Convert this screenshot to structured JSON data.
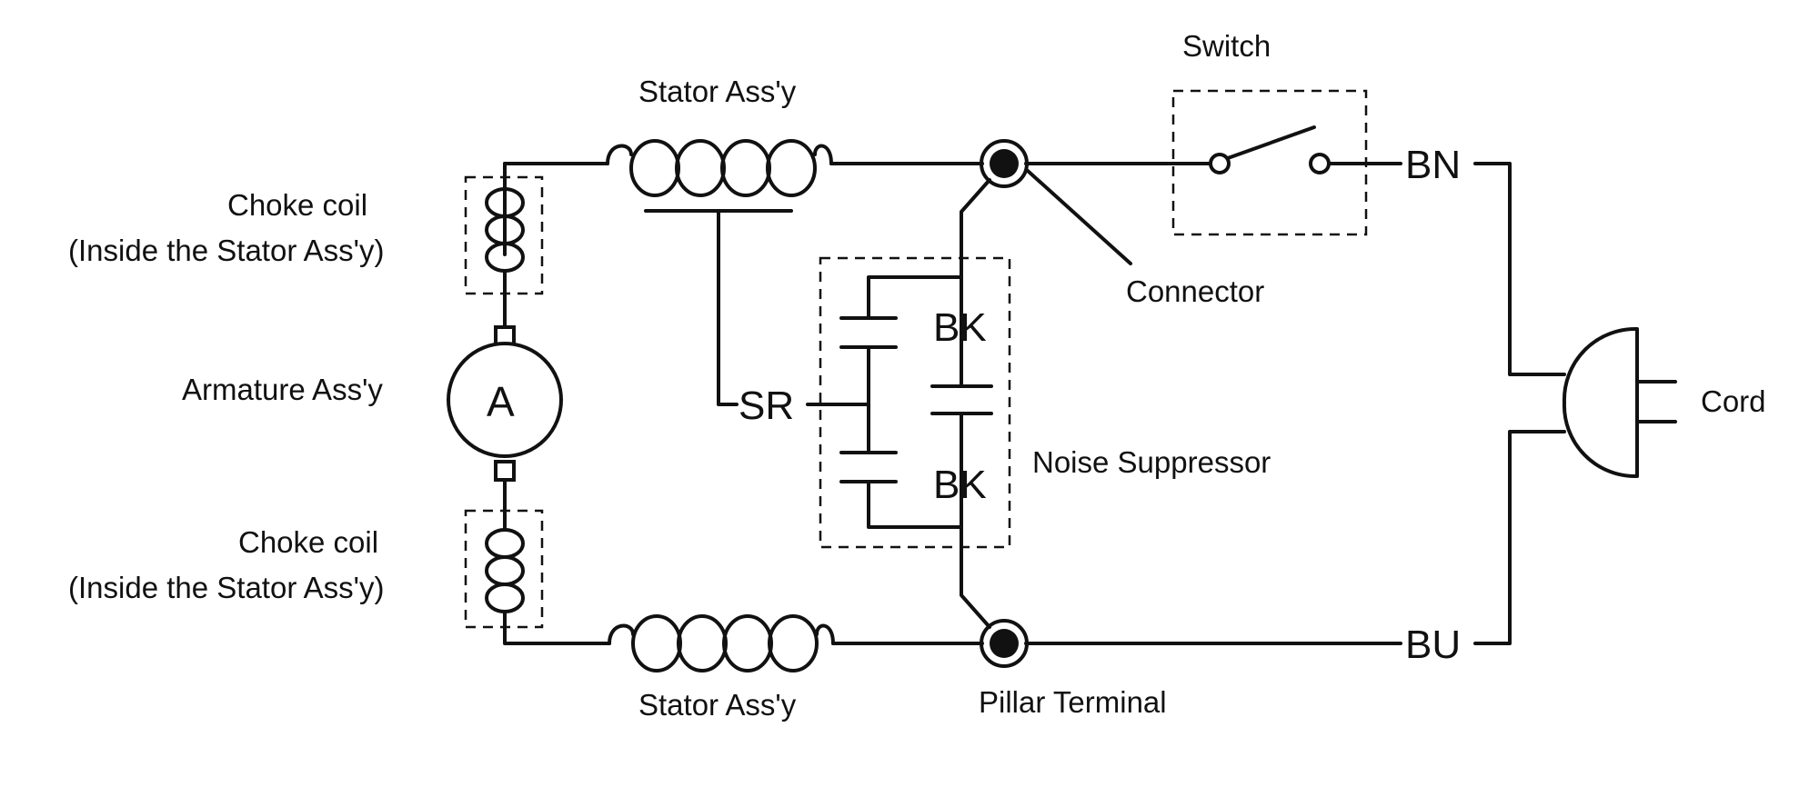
{
  "labels": {
    "switch": "Switch",
    "stator_top": "Stator Ass'y",
    "stator_bottom": "Stator Ass'y",
    "choke_top_line1": "Choke coil",
    "choke_top_line2": "(Inside the Stator Ass'y)",
    "choke_bottom_line1": "Choke coil",
    "choke_bottom_line2": "(Inside the Stator Ass'y)",
    "armature": "Armature Ass'y",
    "armature_symbol": "A",
    "connector": "Connector",
    "bk_top": "BK",
    "bk_bottom": "BK",
    "sr": "SR",
    "noise_suppressor": "Noise Suppressor",
    "bn": "BN",
    "bu": "BU",
    "cord": "Cord",
    "pillar_terminal": "Pillar Terminal"
  }
}
